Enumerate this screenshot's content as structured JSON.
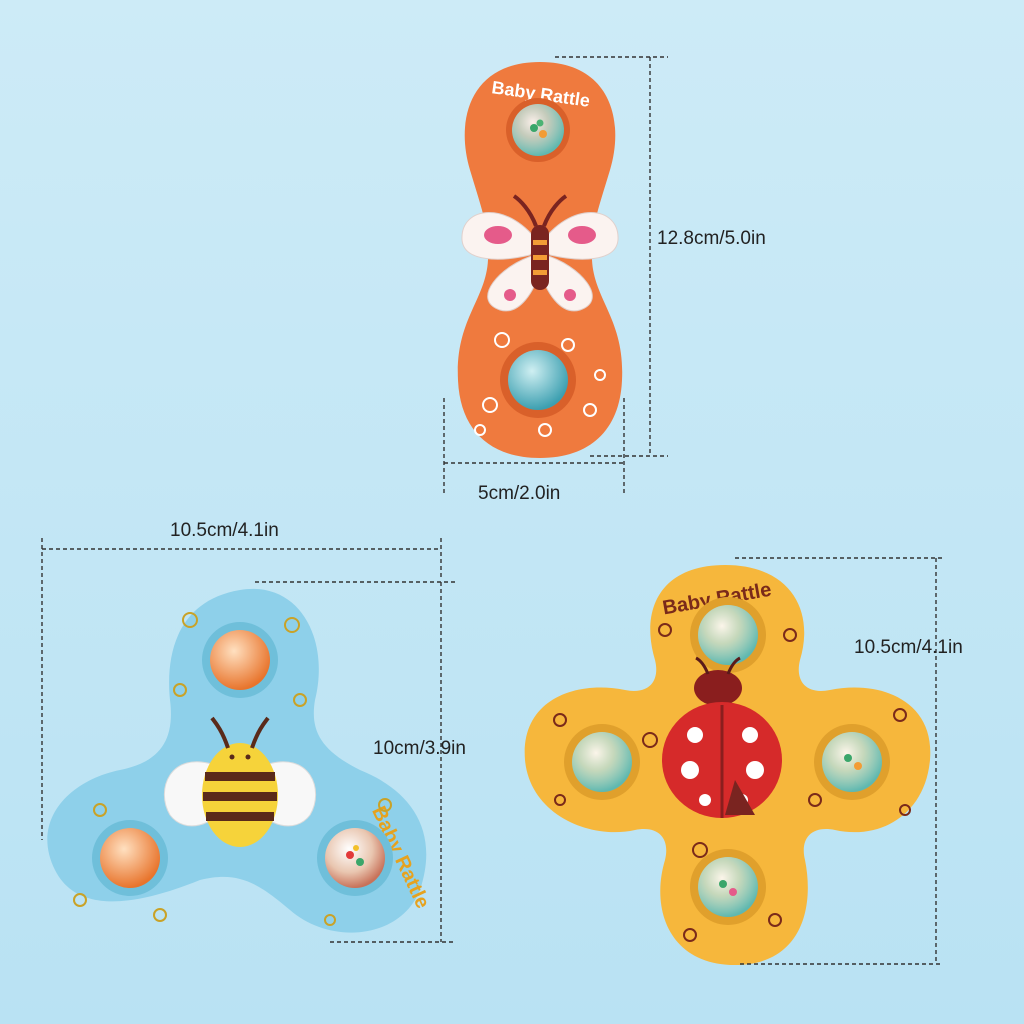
{
  "colors": {
    "background": "#c4e7f5",
    "orange_toy": "#ef7a3e",
    "blue_toy": "#8ed0ea",
    "yellow_toy": "#f6b73c",
    "ladybug": "#d62a2a",
    "dimension_line": "#333333"
  },
  "toys": [
    {
      "name": "orange-butterfly-spinner",
      "print_label": "Baby Rattle",
      "character": "butterfly"
    },
    {
      "name": "blue-bee-spinner",
      "print_label": "Baby Rattle",
      "character": "bee"
    },
    {
      "name": "yellow-ladybug-spinner",
      "print_label": "Baby Rattle",
      "character": "ladybug"
    }
  ],
  "dimensions": {
    "orange_height": "12.8cm/5.0in",
    "orange_width": "5cm/2.0in",
    "blue_width": "10.5cm/4.1in",
    "blue_height": "10cm/3.9in",
    "yellow_height": "10.5cm/4.1in"
  }
}
